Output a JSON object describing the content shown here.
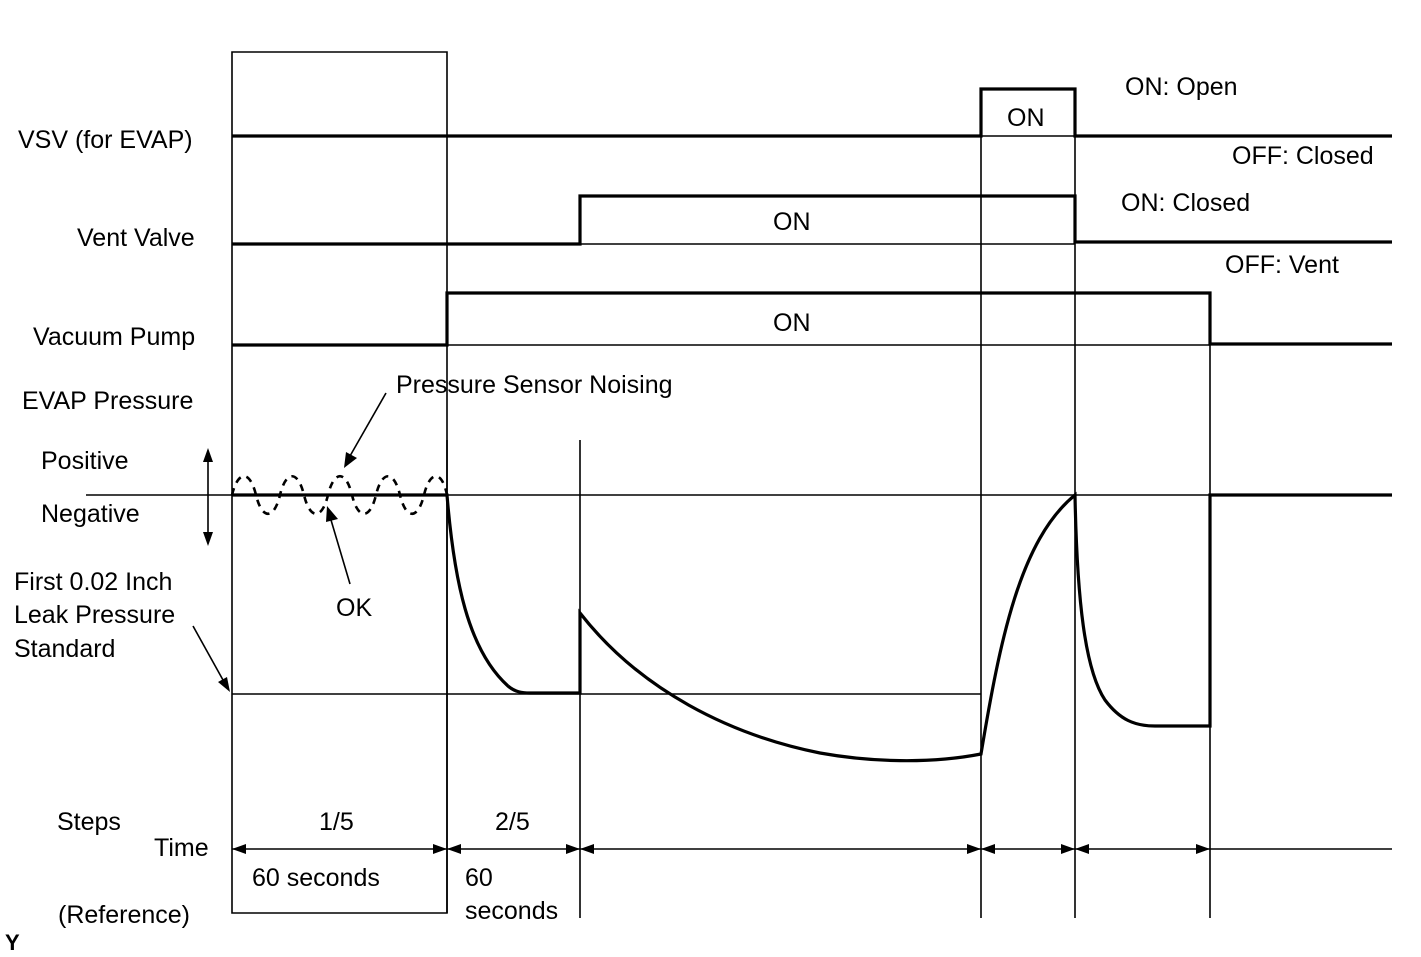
{
  "signals": {
    "vsv": {
      "label": "VSV (for EVAP)",
      "on": "ON",
      "state_on": "ON: Open",
      "state_off": "OFF: Closed"
    },
    "vent": {
      "label": "Vent Valve",
      "on": "ON",
      "state_on": "ON: Closed",
      "state_off": "OFF: Vent"
    },
    "pump": {
      "label": "Vacuum Pump",
      "on": "ON"
    }
  },
  "pressure": {
    "label": "EVAP Pressure",
    "positive": "Positive",
    "negative": "Negative",
    "noise_note": "Pressure Sensor Noising",
    "ok": "OK",
    "standard_line1": "First 0.02 Inch",
    "standard_line2": "Leak Pressure",
    "standard_line3": "Standard"
  },
  "timeline": {
    "steps_label": "Steps",
    "time_label": "Time",
    "reference_label": "(Reference)",
    "step1": "1/5",
    "step2": "2/5",
    "step1_time": "60 seconds",
    "step2_time_line1": "60",
    "step2_time_line2": "seconds"
  },
  "corner_mark": "Y"
}
